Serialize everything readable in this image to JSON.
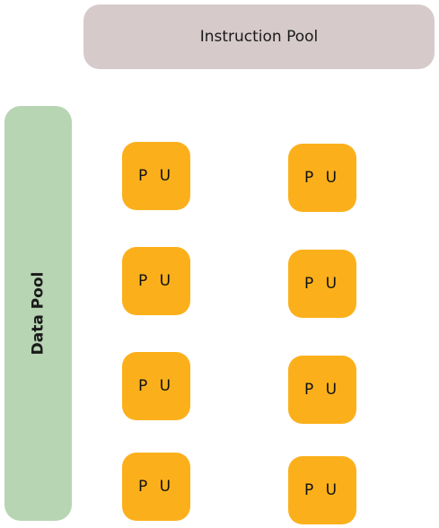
{
  "instruction_pool": {
    "label": "Instruction Pool"
  },
  "data_pool": {
    "label": "Data Pool"
  },
  "units": [
    {
      "label": "P U"
    },
    {
      "label": "P U"
    },
    {
      "label": "P U"
    },
    {
      "label": "P U"
    },
    {
      "label": "P U"
    },
    {
      "label": "P U"
    },
    {
      "label": "P U"
    },
    {
      "label": "P U"
    }
  ],
  "colors": {
    "instruction_pool": "#d6cacb",
    "data_pool": "#b7d4b3",
    "processing_unit": "#fbb01b"
  }
}
